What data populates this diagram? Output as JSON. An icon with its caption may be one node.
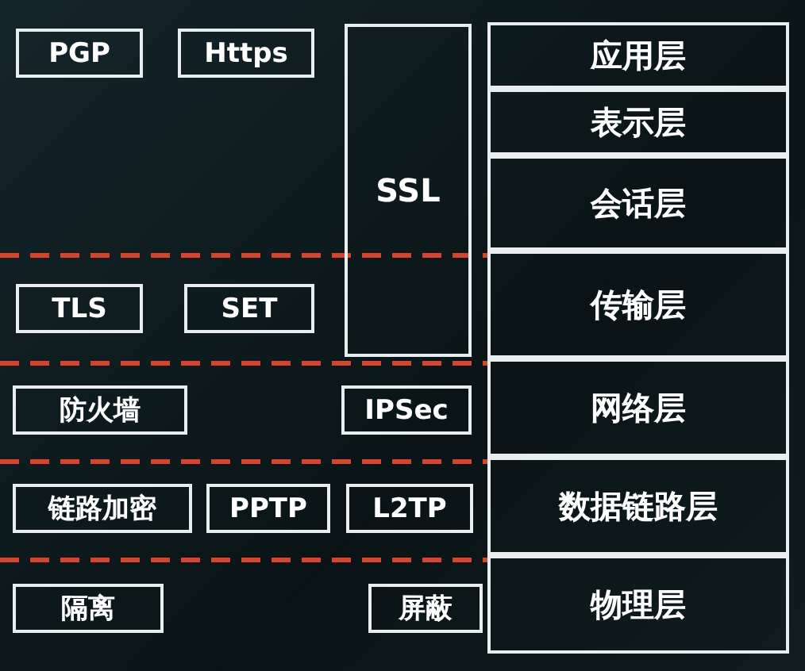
{
  "diagram": {
    "nodes": [
      {
        "text": [
          "PGP"
        ]
      },
      {
        "text": [
          "Https"
        ]
      },
      {
        "text": [
          "SSL"
        ]
      },
      {
        "text": [
          "应用层"
        ]
      },
      {
        "text": [
          "表示层"
        ]
      },
      {
        "text": [
          "会话层"
        ]
      },
      {
        "text": [
          "TLS"
        ]
      },
      {
        "text": [
          "SET"
        ]
      },
      {
        "text": [
          "传输层"
        ]
      },
      {
        "text": [
          "防火墙"
        ]
      },
      {
        "text": [
          "IPSec"
        ]
      },
      {
        "text": [
          "网络层"
        ]
      },
      {
        "text": [
          "链路加密"
        ]
      },
      {
        "text": [
          "PPTP"
        ]
      },
      {
        "text": [
          "L2TP"
        ]
      },
      {
        "text": [
          "数据链路层"
        ]
      },
      {
        "text": [
          "隔离"
        ]
      },
      {
        "text": [
          "屏蔽"
        ]
      },
      {
        "text": [
          "物理层"
        ]
      }
    ]
  }
}
